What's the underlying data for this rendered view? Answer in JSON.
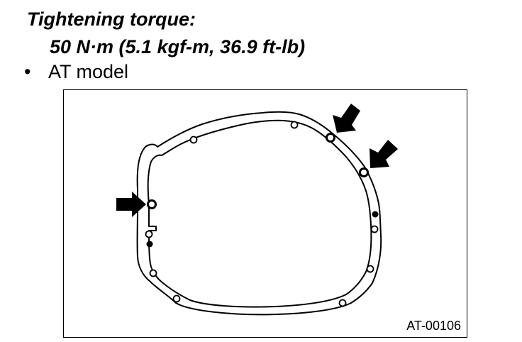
{
  "torque_heading": "Tightening torque:",
  "torque_value": "50 N·m (5.1 kgf-m, 36.9 ft-lb)",
  "bullet_symbol": "•",
  "model_label": "AT model",
  "figure_code": "AT-00106"
}
